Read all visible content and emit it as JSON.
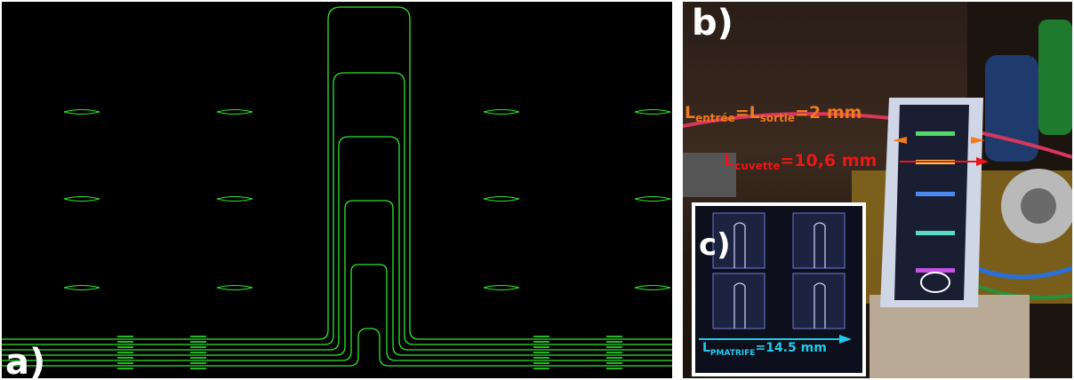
{
  "panels": {
    "a": {
      "letter": "a)"
    },
    "b": {
      "letter": "b)"
    },
    "c": {
      "letter": "c)"
    }
  },
  "annotations": {
    "entree_sortie": {
      "l1": "L",
      "s1": "entrée",
      "eq1": "=L",
      "s2": "sortie",
      "tail": "=2 mm",
      "color": "#f07a1c"
    },
    "cuvette": {
      "l": "L",
      "sub": "cuvette",
      "tail": "=10,6 mm",
      "color": "#e81818"
    },
    "pmatrife": {
      "l": "L",
      "sub": "PMATRIFE",
      "tail": "=14.5 mm",
      "color": "#22c8e8"
    }
  },
  "colors": {
    "mask_line": "#2ee62e",
    "background_a": "#000000",
    "label_white": "#ffffff"
  }
}
